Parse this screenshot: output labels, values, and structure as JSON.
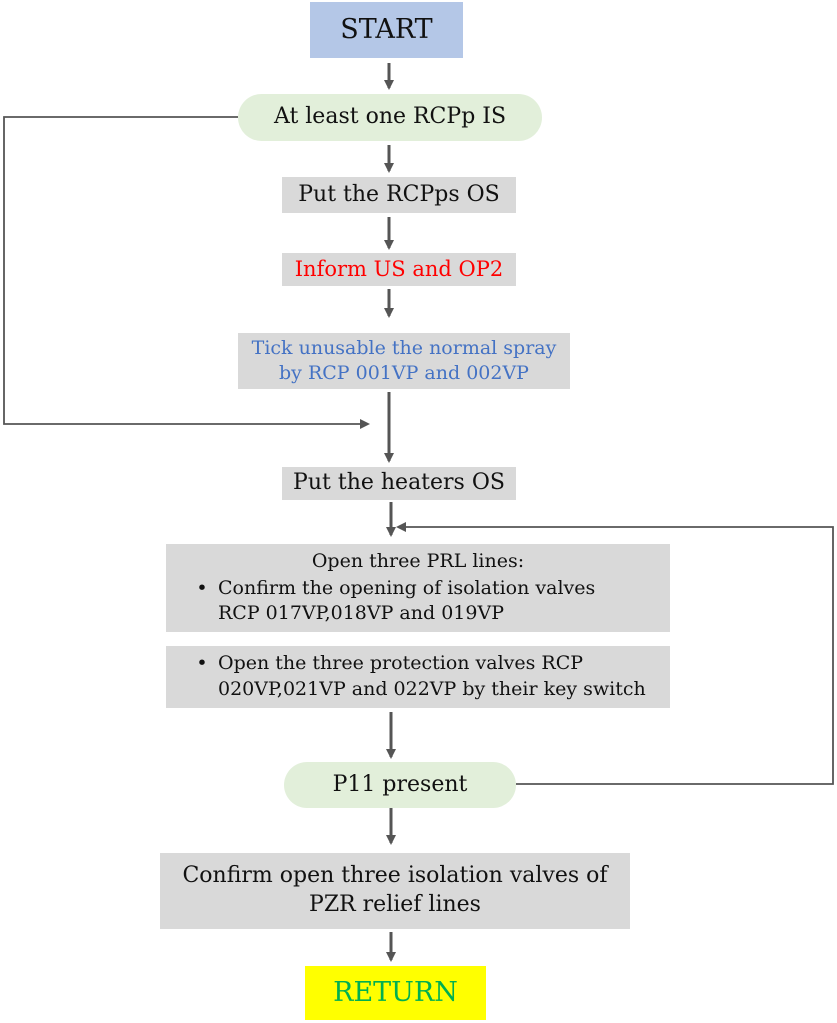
{
  "flowchart": {
    "start": "START",
    "check_rcp": "At least one RCPp IS",
    "put_rcpps_os": "Put the RCPps OS",
    "inform": "Inform US and OP2",
    "tick_unusable": {
      "line1": "Tick unusable the normal spray",
      "line2": "by RCP 001VP and 002VP"
    },
    "put_heaters_os": "Put the heaters OS",
    "open_prl": {
      "header": "Open three PRL lines:",
      "bullet_char": "•",
      "item1_line1": "Confirm the opening of isolation valves",
      "item1_line2": "RCP 017VP,018VP and 019VP"
    },
    "open_protection": {
      "bullet_char": "•",
      "line1": "Open the three protection valves RCP",
      "line2": "020VP,021VP and 022VP by their key switch"
    },
    "p11": "P11 present",
    "confirm_open": {
      "line1": "Confirm open three isolation valves of",
      "line2": "PZR relief lines"
    },
    "return": "RETURN"
  },
  "colors": {
    "start_fill": "#b4c7e7",
    "decision_fill": "#e2efda",
    "process_fill": "#d9d9d9",
    "return_fill": "#ffff00",
    "return_text": "#00b050",
    "inform_text": "#ff0000",
    "tick_text": "#4472c4",
    "arrow": "#555555"
  }
}
